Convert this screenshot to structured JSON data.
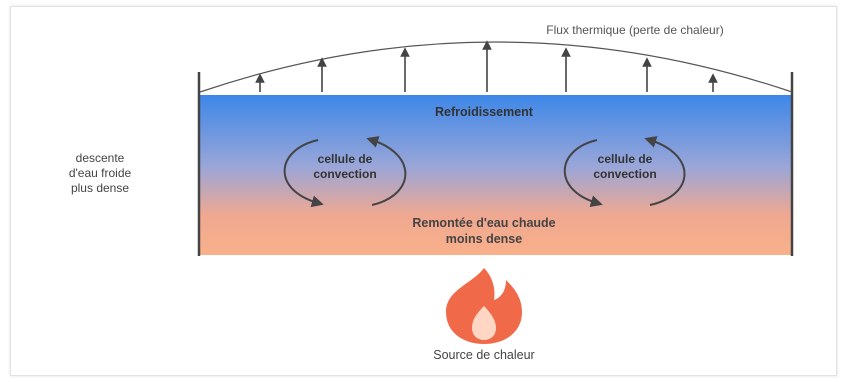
{
  "labels": {
    "heat_flux": "Flux thermique (perte de chaleur)",
    "cooling": "Refroidissement",
    "descent": [
      "descente",
      "d'eau froide",
      "plus dense"
    ],
    "cell_left": [
      "cellule de",
      "convection"
    ],
    "cell_right": [
      "cellule de",
      "convection"
    ],
    "rise": [
      "Remontée d'eau chaude",
      "moins dense"
    ],
    "source": "Source de chaleur"
  },
  "colors": {
    "water_top": "#3d87e8",
    "water_bottom": "#f9b08a",
    "flame_outer": "#f06a4a",
    "flame_inner": "#ffd6c4",
    "text_dark": "#333333",
    "wall": "#444444"
  },
  "icons": {
    "flame": "flame-icon",
    "heat_arrow": "up-arrow-icon",
    "cycle_arrow": "circular-arrow-icon"
  }
}
